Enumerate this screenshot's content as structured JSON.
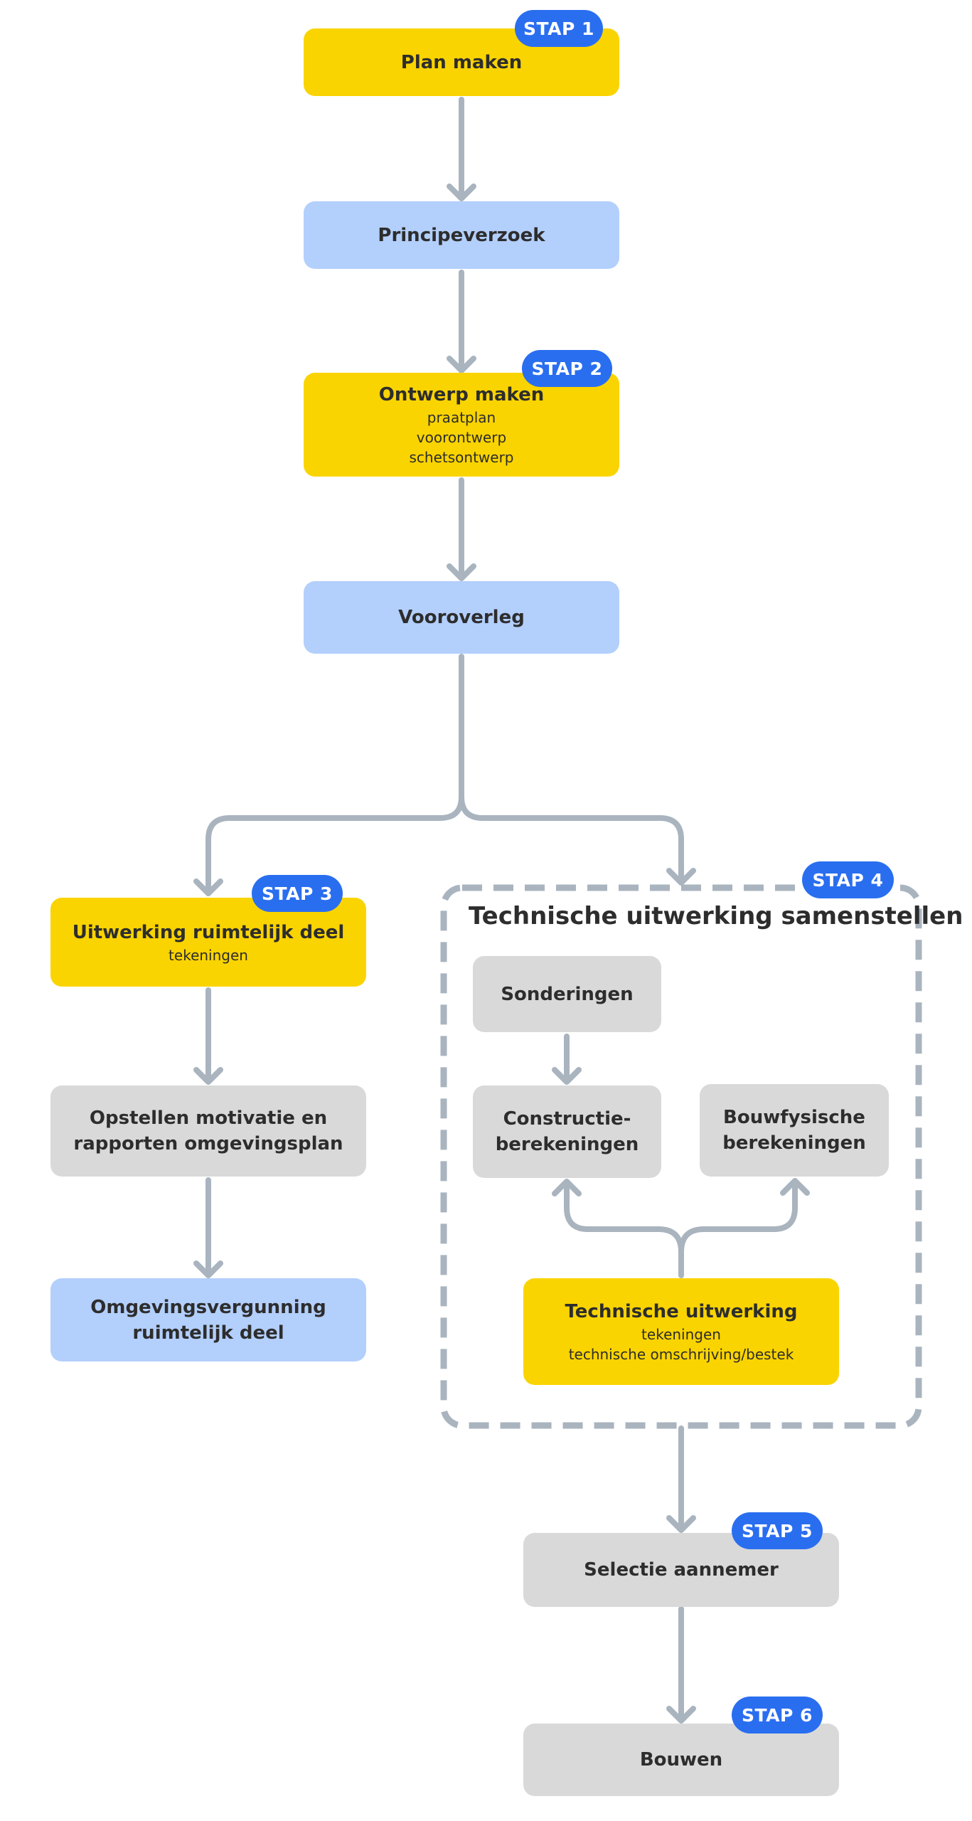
{
  "colors": {
    "yellow": "#fad400",
    "blue": "#b3cffc",
    "grey": "#d9d9d9",
    "badge": "#2a6ef0",
    "connector": "#a9b4bf",
    "text": "#2d2d2d"
  },
  "steps": {
    "plan": {
      "title": "Plan maken",
      "badge": "STAP 1"
    },
    "principe": {
      "title": "Principeverzoek"
    },
    "ontwerp": {
      "title": "Ontwerp maken",
      "sub": [
        "praatplan",
        "voorontwerp",
        "schetsontwerp"
      ],
      "badge": "STAP 2"
    },
    "vooroverleg": {
      "title": "Vooroverleg"
    },
    "uitwerking": {
      "title": "Uitwerking ruimtelijk deel",
      "sub": [
        "tekeningen"
      ],
      "badge": "STAP 3"
    },
    "opstellen": {
      "title": [
        "Opstellen motivatie en",
        "rapporten omgevingsplan"
      ]
    },
    "vergunning": {
      "title": [
        "Omgevingsvergunning",
        "ruimtelijk deel"
      ]
    },
    "technisch_groep": {
      "title": "Technische uitwerking samenstellen",
      "badge": "STAP 4"
    },
    "sonderingen": {
      "title": "Sonderingen"
    },
    "constructie": {
      "title": [
        "Constructie-",
        "berekeningen"
      ]
    },
    "bouwfysisch": {
      "title": [
        "Bouwfysische",
        "berekeningen"
      ]
    },
    "technische_uitwerking": {
      "title": "Technische uitwerking",
      "sub": [
        "tekeningen",
        "technische omschrijving/bestek"
      ]
    },
    "selectie": {
      "title": "Selectie aannemer",
      "badge": "STAP 5"
    },
    "bouwen": {
      "title": "Bouwen",
      "badge": "STAP 6"
    }
  }
}
